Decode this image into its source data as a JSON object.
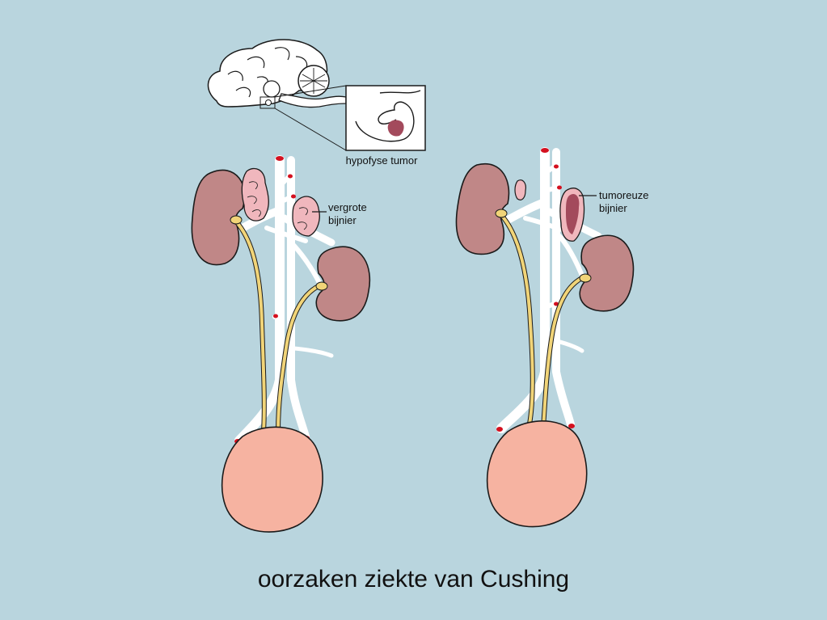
{
  "labels": {
    "pituitary": "hypofyse tumor",
    "left_adrenal_line1": "vergrote",
    "left_adrenal_line2": "bijnier",
    "right_adrenal_line1": "tumoreuze",
    "right_adrenal_line2": "bijnier"
  },
  "caption": "oorzaken ziekte van Cushing",
  "colors": {
    "background": "#b9d5de",
    "kidney": "#c08787",
    "adrenal": "#f0b7bd",
    "tumor": "#a34a5c",
    "ureter": "#f1d478",
    "bladder": "#f6b3a1",
    "vessel": "#ffffff",
    "vessel_end": "#d4101f"
  }
}
